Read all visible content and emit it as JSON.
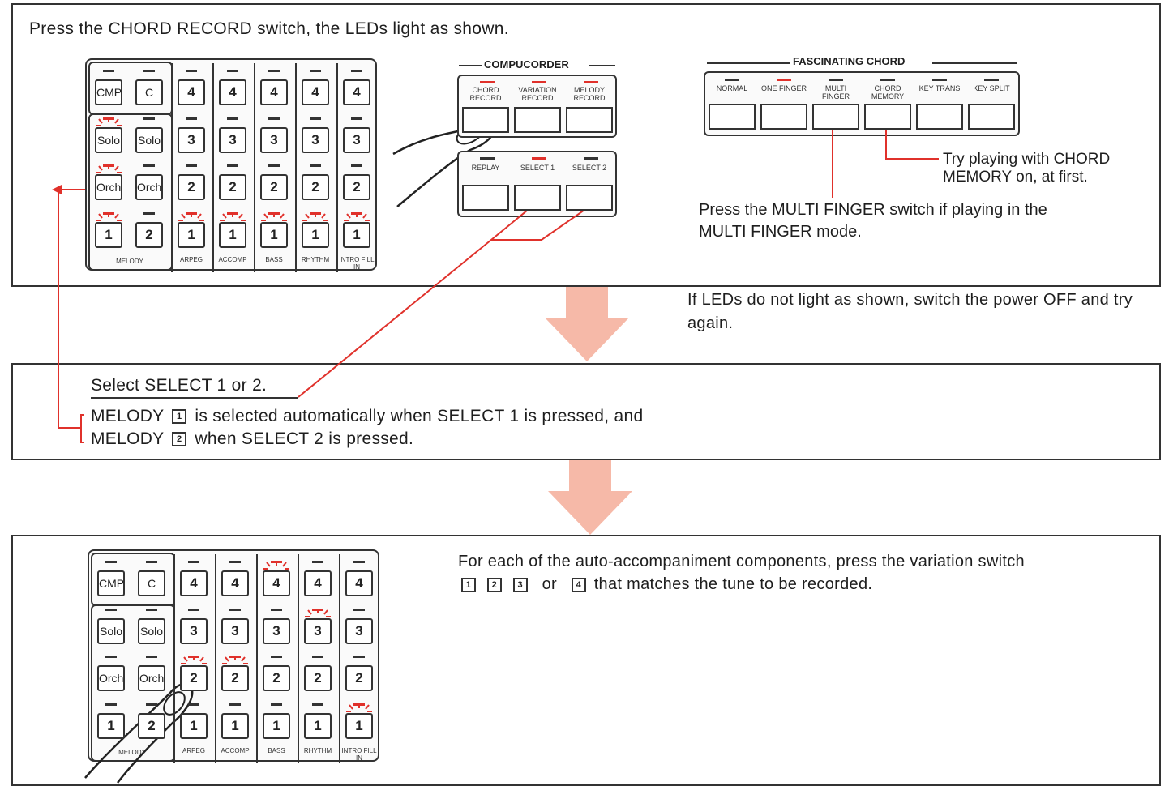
{
  "step1": {
    "instruction": "Press the CHORD RECORD switch, the LEDs light as shown.",
    "compucorder": {
      "title": "COMPUCORDER",
      "top_switches": [
        "CHORD RECORD",
        "VARIATION RECORD",
        "MELODY RECORD"
      ],
      "bottom_switches": [
        "REPLAY",
        "SELECT 1",
        "SELECT 2"
      ]
    },
    "fascinating": {
      "title": "FASCINATING CHORD",
      "switches": [
        "NORMAL",
        "ONE FINGER",
        "MULTI FINGER",
        "CHORD MEMORY",
        "KEY TRANS",
        "KEY SPLIT"
      ]
    },
    "note_memory": "Try playing with CHORD MEMORY on, at first.",
    "note_multi": "Press the MULTI FINGER switch if playing in the MULTI FINGER mode."
  },
  "panel": {
    "cmp": "CMP",
    "c": "C",
    "solo": "Solo",
    "orch": "Orch",
    "columns": [
      "ARPEG",
      "ACCOMP",
      "BASS",
      "RHYTHM",
      "INTRO FILL IN"
    ],
    "melody": "MELODY",
    "numbers": [
      "4",
      "3",
      "2",
      "1"
    ]
  },
  "warning": "If LEDs do not light as shown, switch the power OFF and try again.",
  "step2": {
    "instruction": "Select SELECT 1 or 2.",
    "line1_pre": "MELODY",
    "line1_key": "1",
    "line1_post": "is selected automatically when SELECT 1 is pressed, and",
    "line2_pre": "MELODY",
    "line2_key": "2",
    "line2_post": "when SELECT 2 is pressed."
  },
  "step3": {
    "line1": "For each of the auto-accompaniment components, press the variation switch",
    "keys": [
      "1",
      "2",
      "3",
      "4"
    ],
    "or": "or",
    "line2_post": "that matches the tune to be recorded."
  },
  "colors": {
    "led_red": "#e0312b",
    "arrow_pink": "#f6b9a8",
    "line_red": "#e0312b"
  }
}
